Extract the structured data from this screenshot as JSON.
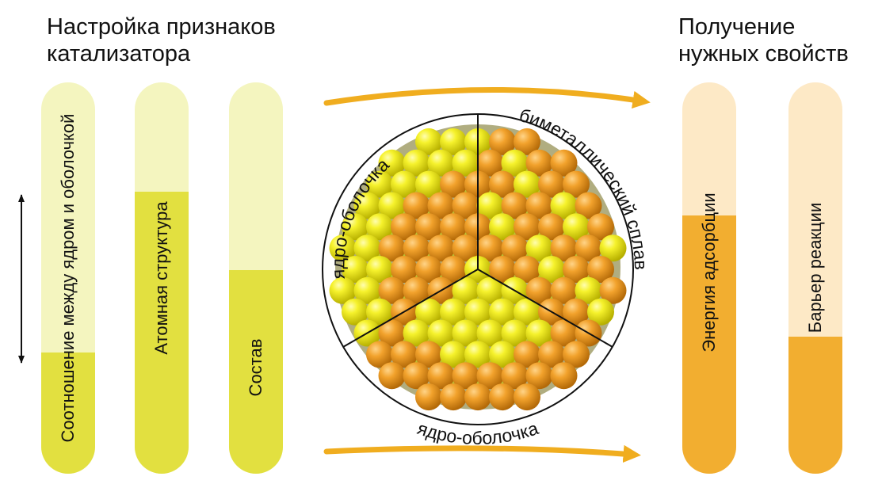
{
  "left_heading": [
    "Настройка признаков",
    "катализатора"
  ],
  "right_heading": [
    "Получение",
    "нужных свойств"
  ],
  "left_bars": [
    {
      "label": "Соотношение между ядром и оболочкой",
      "fill_fraction": 0.31,
      "light": "#f4f5bf",
      "dark": "#e2e040"
    },
    {
      "label": "Атомная структура",
      "fill_fraction": 0.72,
      "light": "#f4f5bf",
      "dark": "#e2e040"
    },
    {
      "label": "Состав",
      "fill_fraction": 0.52,
      "light": "#f4f5bf",
      "dark": "#e2e040"
    }
  ],
  "right_bars": [
    {
      "label": "Энергия адсорбции",
      "fill_fraction": 0.66,
      "light": "#fde9c6",
      "dark": "#f2ae30"
    },
    {
      "label": "Барьер реакции",
      "fill_fraction": 0.35,
      "light": "#fde9c6",
      "dark": "#f2ae30"
    }
  ],
  "nanoparticle_labels": {
    "left": "ядро-оболочка",
    "right": "биметаллический сплав",
    "bottom": "ядро-оболочка"
  },
  "colors": {
    "yellow_atom": "#f3f01c",
    "orange_atom": "#f0a12a",
    "arrow": "#f0ad1f"
  }
}
